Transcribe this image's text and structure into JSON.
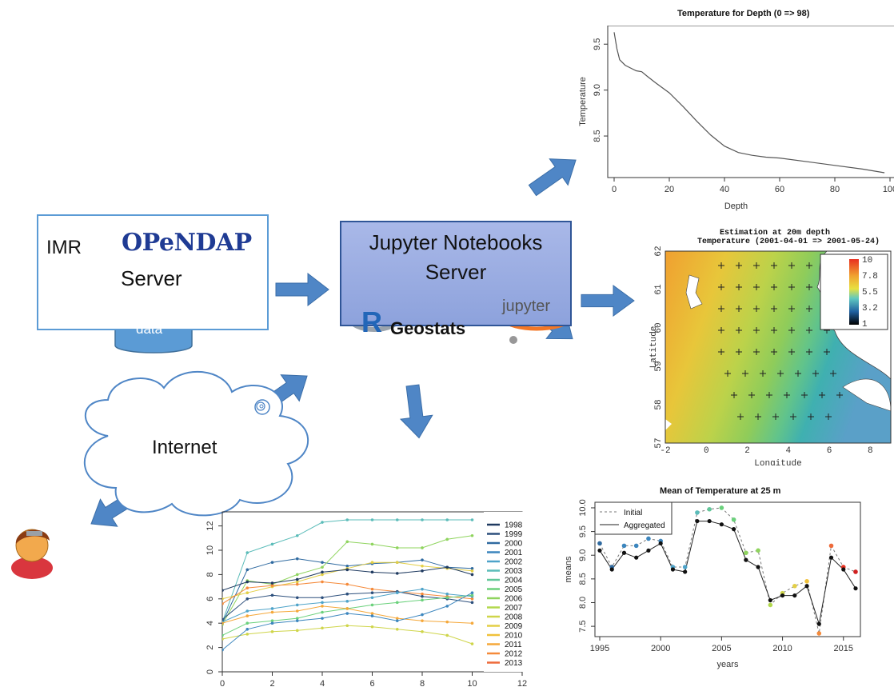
{
  "imr": {
    "label": "IMR",
    "opendap": "OPeNDAP",
    "server": "Server",
    "data": "data"
  },
  "jupyter_server": {
    "line1": "Jupyter Notebooks",
    "line2": "Server",
    "r_geostats": "Geostats",
    "jupyter_logo": "jupyter",
    "r_logo": "R"
  },
  "internet": {
    "label": "Internet"
  },
  "colors": {
    "box_border": "#5b9bd5",
    "arrow": "#4f86c6",
    "jupyter_fill": "#a3b4e6",
    "data_cylinder": "#5b9bd5"
  },
  "icons": {
    "user": "user-avatar-icon",
    "cloud": "cloud-icon"
  },
  "chart_data": [
    {
      "type": "line",
      "title": "Temperature for Depth  (0 => 98)",
      "xlabel": "Depth",
      "ylabel": "Temperature",
      "x_ticks": [
        "0",
        "20",
        "40",
        "60",
        "80",
        "100"
      ],
      "y_ticks": [
        "8.5",
        "9.0",
        "9.5"
      ],
      "xlim": [
        0,
        100
      ],
      "ylim": [
        8.1,
        9.65
      ],
      "x": [
        0,
        1,
        2,
        4,
        6,
        8,
        10,
        12,
        15,
        20,
        25,
        30,
        35,
        40,
        45,
        50,
        55,
        60,
        70,
        80,
        90,
        98
      ],
      "values": [
        9.63,
        9.45,
        9.33,
        9.27,
        9.24,
        9.21,
        9.2,
        9.15,
        9.08,
        8.97,
        8.82,
        8.66,
        8.51,
        8.39,
        8.32,
        8.29,
        8.27,
        8.26,
        8.22,
        8.18,
        8.14,
        8.1
      ]
    },
    {
      "type": "heatmap",
      "title": "Estimation at 20m depth",
      "subtitle": "Temperature (2001-04-01 => 2001-05-24)",
      "xlabel": "Longitude",
      "ylabel": "Latitude",
      "x_ticks": [
        "-2",
        "0",
        "2",
        "4",
        "6",
        "8"
      ],
      "y_ticks": [
        "57",
        "58",
        "59",
        "60",
        "61",
        "62"
      ],
      "xlim": [
        -2,
        9
      ],
      "ylim": [
        57,
        62
      ],
      "colorbar_ticks": [
        "10",
        "7.8",
        "5.5",
        "3.2",
        "1"
      ]
    },
    {
      "type": "line",
      "title": "",
      "x_ticks": [
        "0",
        "2",
        "4",
        "6",
        "8",
        "10",
        "12"
      ],
      "y_ticks": [
        "0",
        "2",
        "4",
        "6",
        "8",
        "10",
        "12"
      ],
      "xlim": [
        0,
        12
      ],
      "ylim": [
        0,
        12.5
      ],
      "legend": [
        "1998",
        "1999",
        "2000",
        "2001",
        "2002",
        "2003",
        "2004",
        "2005",
        "2006",
        "2007",
        "2008",
        "2009",
        "2010",
        "2011",
        "2012",
        "2013"
      ],
      "legend_colors": [
        "#1f3a60",
        "#2c4f7c",
        "#2f6aa0",
        "#3c86be",
        "#4ea3c9",
        "#5bbcb9",
        "#62c79a",
        "#6bd17c",
        "#8fd45e",
        "#b2d84d",
        "#cfd54a",
        "#e3cf46",
        "#f0c13a",
        "#f5a83a",
        "#f58a3a",
        "#ee6a3a"
      ],
      "series": [
        {
          "values": [
            4.0,
            8.4,
            9.0,
            9.3,
            9.0,
            8.7,
            8.9,
            9.0,
            9.2,
            8.6,
            8.5
          ]
        },
        {
          "values": [
            4.1,
            9.8,
            10.5,
            11.2,
            12.3,
            12.5,
            12.5,
            12.5,
            12.5,
            12.5,
            12.5
          ]
        },
        {
          "values": [
            3.9,
            7.5,
            7.2,
            8.0,
            8.6,
            10.7,
            10.5,
            10.2,
            10.2,
            10.9,
            11.2
          ]
        },
        {
          "values": [
            6.0,
            6.5,
            7.0,
            7.4,
            8.0,
            8.5,
            9.0,
            9.0,
            8.7,
            8.5,
            8.3
          ]
        },
        {
          "values": [
            5.6,
            6.9,
            7.1,
            7.2,
            7.4,
            7.2,
            6.8,
            6.6,
            6.4,
            6.2,
            6.0
          ]
        },
        {
          "values": [
            4.3,
            6.0,
            6.3,
            6.1,
            6.1,
            6.4,
            6.5,
            6.6,
            6.2,
            6.0,
            5.7
          ]
        },
        {
          "values": [
            4.1,
            5.0,
            5.2,
            5.5,
            5.7,
            5.8,
            6.1,
            6.5,
            6.8,
            6.4,
            6.2
          ]
        },
        {
          "values": [
            3.0,
            4.0,
            4.2,
            4.4,
            4.9,
            5.2,
            5.5,
            5.7,
            5.9,
            6.1,
            6.3
          ]
        },
        {
          "values": [
            2.7,
            3.1,
            3.3,
            3.4,
            3.6,
            3.8,
            3.7,
            3.5,
            3.3,
            3.0,
            2.3
          ]
        },
        {
          "values": [
            4.0,
            4.6,
            4.9,
            5.0,
            5.4,
            5.2,
            4.8,
            4.4,
            4.2,
            4.1,
            4.0
          ]
        },
        {
          "values": [
            6.7,
            7.4,
            7.3,
            7.6,
            8.2,
            8.4,
            8.2,
            8.1,
            8.3,
            8.6,
            8.0
          ]
        },
        {
          "values": [
            1.8,
            3.5,
            4.0,
            4.2,
            4.4,
            4.8,
            4.6,
            4.2,
            4.7,
            5.4,
            6.5
          ]
        }
      ]
    },
    {
      "type": "line",
      "title": "Mean of Temperature at 25 m",
      "xlabel": "years",
      "ylabel": "means",
      "x_ticks": [
        "1995",
        "2000",
        "2005",
        "2010",
        "2015"
      ],
      "y_ticks": [
        "7.5",
        "8.0",
        "8.5",
        "9.0",
        "9.5",
        "10.0"
      ],
      "xlim": [
        1995,
        2016
      ],
      "ylim": [
        7.35,
        10.05
      ],
      "legend": [
        "Initial",
        "Aggregated"
      ],
      "x": [
        1995,
        1996,
        1997,
        1998,
        1999,
        2000,
        2001,
        2002,
        2003,
        2004,
        2005,
        2006,
        2007,
        2008,
        2009,
        2010,
        2011,
        2012,
        2013,
        2014,
        2015,
        2016
      ],
      "series": [
        {
          "name": "Initial",
          "values": [
            9.25,
            8.75,
            9.2,
            9.2,
            9.35,
            9.3,
            8.75,
            8.75,
            9.9,
            9.97,
            10.0,
            9.75,
            9.05,
            9.1,
            7.95,
            8.2,
            8.35,
            8.45,
            7.35,
            9.2,
            8.75,
            8.65
          ]
        },
        {
          "name": "Aggregated",
          "values": [
            9.1,
            8.7,
            9.05,
            8.95,
            9.1,
            9.25,
            8.7,
            8.65,
            9.72,
            9.72,
            9.65,
            9.55,
            8.9,
            8.75,
            8.05,
            8.15,
            8.15,
            8.35,
            7.55,
            8.95,
            8.7,
            8.3
          ]
        }
      ]
    }
  ]
}
